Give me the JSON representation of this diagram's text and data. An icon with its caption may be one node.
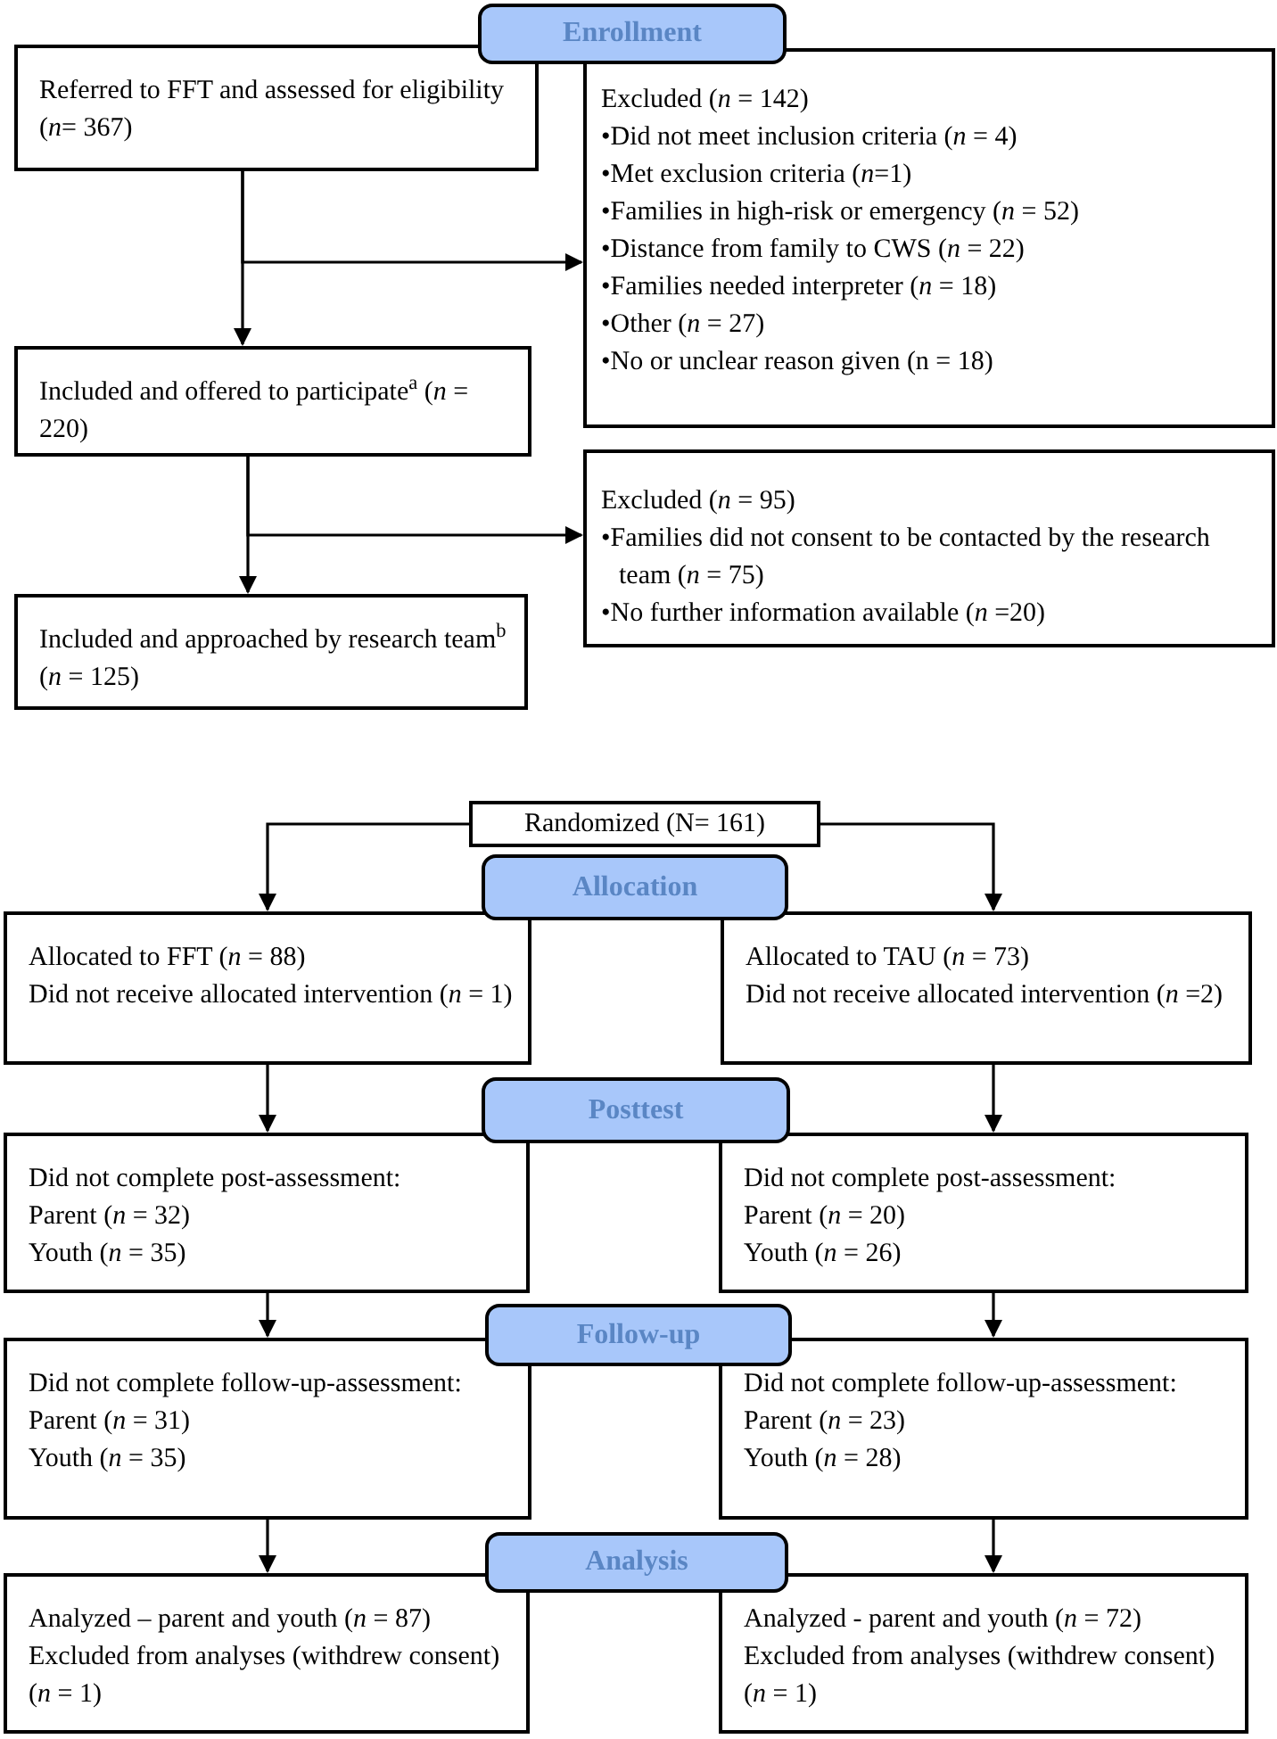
{
  "diagram": {
    "nodes": [
      {
        "text": [
          "Enrollment"
        ]
      },
      {
        "text": [
          "Referred to FFT and assessed for eligibility (*n*= 367)"
        ]
      },
      {
        "text": [
          "Excluded (*n* = 142)",
          "•Did not meet inclusion criteria (*n* = 4)",
          "•Met exclusion criteria (*n*=1)",
          "•Families in high-risk or emergency (*n* = 52)",
          "•Distance from family to CWS (*n* = 22)",
          "•Families needed interpreter (*n* = 18)",
          "•Other (*n* = 27)",
          "•No or unclear reason given (n = 18)"
        ]
      },
      {
        "text": [
          "Included and offered to participate$^{a}$ (*n* = 220)"
        ]
      },
      {
        "text": [
          "Excluded (*n* = 95)",
          "•Families did not consent to be contacted by the research team (*n* = 75)",
          "•No further information available (*n* =20)"
        ]
      },
      {
        "text": [
          "Included and approached by research team$^{b}$ (*n* = 125)"
        ]
      },
      {
        "text": [
          "Randomized (N= 161)"
        ]
      },
      {
        "text": [
          "Allocation"
        ]
      },
      {
        "text": [
          "Allocated to FFT (*n* = 88)",
          "Did not receive allocated intervention (*n* = 1)"
        ]
      },
      {
        "text": [
          "Allocated to TAU (*n* = 73)",
          "Did not receive allocated intervention (*n* =2)"
        ]
      },
      {
        "text": [
          "Posttest"
        ]
      },
      {
        "text": [
          "Did not complete post-assessment:",
          "Parent (*n* = 32)",
          "Youth (*n* = 35)"
        ]
      },
      {
        "text": [
          "Did not complete post-assessment:",
          "Parent (*n* = 20)",
          "Youth (*n* = 26)"
        ]
      },
      {
        "text": [
          "Follow-up"
        ]
      },
      {
        "text": [
          "Did not complete follow-up-assessment:",
          "Parent (*n* = 31)",
          "Youth (*n* = 35)"
        ]
      },
      {
        "text": [
          "Did not complete follow-up-assessment:",
          "Parent (*n* = 23)",
          "Youth (*n* = 28)"
        ]
      },
      {
        "text": [
          "Analysis"
        ]
      },
      {
        "text": [
          "Analyzed – parent and youth (*n* = 87)",
          "Excluded from analyses (withdrew consent) (*n* = 1)"
        ]
      },
      {
        "text": [
          "Analyzed - parent and youth (*n* = 72)",
          "Excluded from analyses (withdrew consent) (*n* = 1)"
        ]
      }
    ],
    "edges": [
      {
        "from": 1,
        "to": 3,
        "arrow": "to"
      },
      {
        "from": 1,
        "to": 2,
        "arrow": "to"
      },
      {
        "from": 3,
        "to": 5,
        "arrow": "to"
      },
      {
        "from": 3,
        "to": 4,
        "arrow": "to"
      },
      {
        "from": 6,
        "to": 8,
        "arrow": "to"
      },
      {
        "from": 6,
        "to": 9,
        "arrow": "to"
      },
      {
        "from": 8,
        "to": 11,
        "arrow": "to"
      },
      {
        "from": 9,
        "to": 12,
        "arrow": "to"
      },
      {
        "from": 11,
        "to": 14,
        "arrow": "to"
      },
      {
        "from": 12,
        "to": 15,
        "arrow": "to"
      },
      {
        "from": 14,
        "to": 17,
        "arrow": "to"
      },
      {
        "from": 15,
        "to": 18,
        "arrow": "to"
      }
    ]
  }
}
